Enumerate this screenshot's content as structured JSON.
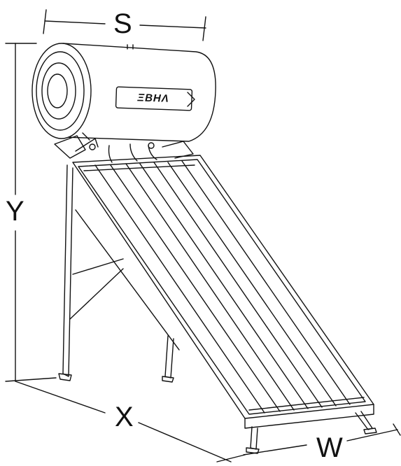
{
  "dimensions": {
    "s": "S",
    "y": "Y",
    "x": "X",
    "w": "W"
  },
  "brand": "ΞΒΗΛ",
  "colors": {
    "line": "#111111",
    "background": "#ffffff"
  }
}
